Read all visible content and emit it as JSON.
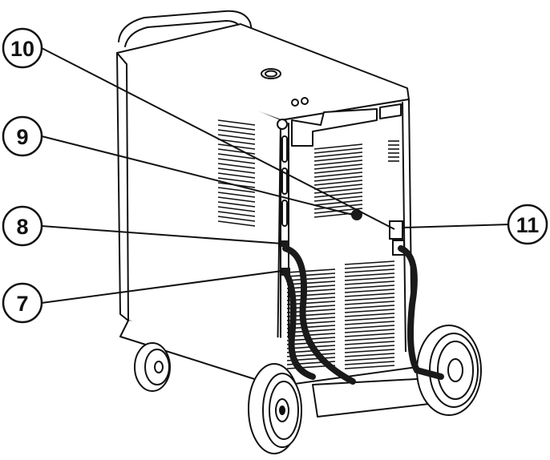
{
  "callouts": [
    {
      "id": "7",
      "label": "7"
    },
    {
      "id": "8",
      "label": "8"
    },
    {
      "id": "9",
      "label": "9"
    },
    {
      "id": "10",
      "label": "10"
    },
    {
      "id": "11",
      "label": "11"
    }
  ],
  "colors": {
    "line": "#111111",
    "hose": "#1a1a1a",
    "background": "#ffffff"
  }
}
